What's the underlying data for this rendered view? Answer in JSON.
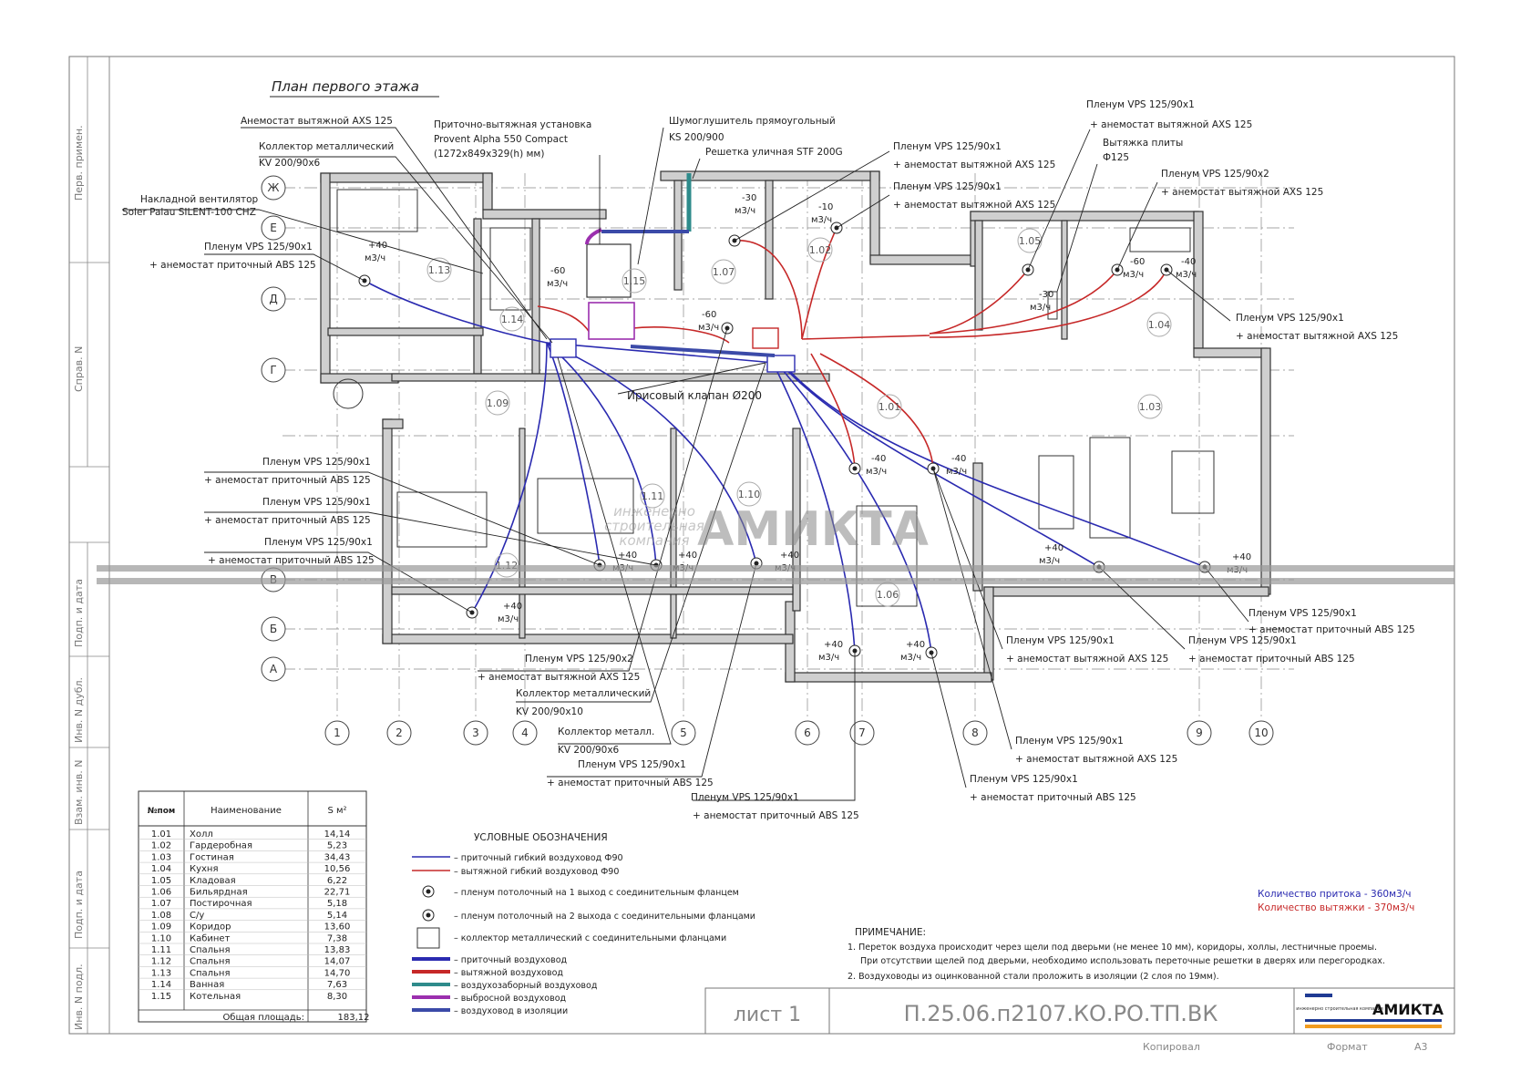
{
  "plan_title": "План первого этажа",
  "side_labels": [
    "Перв. примен.",
    "Справ. N",
    "Подп. и дата",
    "Инв. N дубл.",
    "Взам. инв. N",
    "Подп. и дата",
    "Инв. N подл."
  ],
  "axes_letters": [
    "Ж",
    "Е",
    "Д",
    "Г",
    "В",
    "Б",
    "А"
  ],
  "axes_numbers": [
    "1",
    "2",
    "3",
    "4",
    "5",
    "6",
    "7",
    "8",
    "9",
    "10"
  ],
  "rooms": [
    "1.13",
    "1.14",
    "1.15",
    "1.07",
    "1.02",
    "1.05",
    "1.04",
    "1.09",
    "1.01",
    "1.03",
    "1.11",
    "1.10",
    "1.12",
    "1.06"
  ],
  "flows": {
    "f1": "+40",
    "f1u": "м3/ч",
    "f2": "-60",
    "f2u": "м3/ч",
    "f3": "-30",
    "f3u": "м3/ч",
    "f4": "-10",
    "f4u": "м3/ч",
    "f5": "-60",
    "f5u": "м3/ч",
    "f6": "-30",
    "f6u": "м3/ч",
    "f7": "-60",
    "f7u": "м3/ч",
    "f8": "-40",
    "f8u": "м3/ч",
    "f9": "-40",
    "f9u": "м3/ч",
    "f10": "-40",
    "f10u": "м3/ч",
    "f11": "+40",
    "f11u": "м3/ч",
    "f12": "+40",
    "f12u": "м3/ч",
    "f13": "+40",
    "f13u": "м3/ч",
    "f14": "+40",
    "f14u": "м3/ч",
    "f15": "+40",
    "f15u": "м3/ч",
    "f16": "+40",
    "f16u": "м3/ч",
    "f17": "+40",
    "f17u": "м3/ч",
    "f18": "+40",
    "f18u": "м3/ч"
  },
  "callouts": {
    "c1": "Анемостат вытяжной AXS 125",
    "c2a": "Коллектор металлический",
    "c2b": "KV 200/90х6",
    "c3a": "Накладной вентилятор",
    "c3b": "Soler Palau SILENT-100 CHZ",
    "c4a": "Пленум VPS 125/90х1",
    "c4b": "+ анемостат приточный ABS 125",
    "c5a": "Приточно-вытяжная установка",
    "c5b": "Provent Alpha 550 Compact",
    "c5c": "(1272х849х329(h) мм)",
    "c6a": "Шумоглушитель прямоугольный",
    "c6b": "KS 200/900",
    "c7": "Решетка уличная STF 200G",
    "c8a": "Пленум VPS 125/90х1",
    "c8b": "+ анемостат вытяжной AXS 125",
    "c9a": "Пленум VPS 125/90х1",
    "c9b": "+ анемостат вытяжной AXS 125",
    "c10a": "Пленум VPS 125/90х1",
    "c10b": "+ анемостат вытяжной AXS 125",
    "c11a": "Вытяжка плиты",
    "c11b": "Ф125",
    "c12a": "Пленум VPS 125/90х2",
    "c12b": "+ анемостат вытяжной AXS 125",
    "c13a": "Пленум VPS 125/90х1",
    "c13b": "+ анемостат вытяжной AXS 125",
    "c14": "Ирисовый клапан Ø200",
    "c15a": "Пленум VPS 125/90х1",
    "c15b": "+ анемостат приточный ABS 125",
    "c16a": "Пленум VPS 125/90х1",
    "c16b": "+ анемостат приточный ABS 125",
    "c17a": "Пленум VPS 125/90х1",
    "c17b": "+ анемостат приточный ABS 125",
    "c18a": "Пленум VPS 125/90х1",
    "c18b": "+ анемостат приточный ABS 125",
    "c19a": "Пленум VPS 125/90х1",
    "c19b": "+ анемостат вытяжной AXS 125",
    "c20a": "Пленум VPS 125/90х1",
    "c20b": "+ анемостат приточный ABS 125",
    "c21a": "Пленум VPS 125/90х2",
    "c21b": "+ анемостат вытяжной AXS 125",
    "c22a": "Коллектор металлический",
    "c22b": "KV 200/90х10",
    "c23a": "Коллектор металл.",
    "c23b": "KV 200/90х6",
    "c24a": "Пленум VPS 125/90х1",
    "c24b": "+ анемостат приточный ABS 125",
    "c25a": "Пленум VPS 125/90х1",
    "c25b": "+ анемостат приточный ABS 125",
    "c26a": "Пленум VPS 125/90х1",
    "c26b": "+ анемостат вытяжной AXS 125",
    "c27a": "Пленум VPS 125/90х1",
    "c27b": "+ анемостат приточный ABS 125"
  },
  "watermark": {
    "line1": "инженерно",
    "line2": "строительная",
    "line3": "компания",
    "brand": "АМИКТА"
  },
  "room_table": {
    "headers": {
      "num": "№пом",
      "name": "Наименование",
      "area": "S м²"
    },
    "rows": [
      [
        "1.01",
        "Холл",
        "14,14"
      ],
      [
        "1.02",
        "Гардеробная",
        "5,23"
      ],
      [
        "1.03",
        "Гостиная",
        "34,43"
      ],
      [
        "1.04",
        "Кухня",
        "10,56"
      ],
      [
        "1.05",
        "Кладовая",
        "6,22"
      ],
      [
        "1.06",
        "Бильярдная",
        "22,71"
      ],
      [
        "1.07",
        "Постирочная",
        "5,18"
      ],
      [
        "1.08",
        "С/у",
        "5,14"
      ],
      [
        "1.09",
        "Коридор",
        "13,60"
      ],
      [
        "1.10",
        "Кабинет",
        "7,38"
      ],
      [
        "1.11",
        "Спальня",
        "13,83"
      ],
      [
        "1.12",
        "Спальня",
        "14,07"
      ],
      [
        "1.13",
        "Спальня",
        "14,70"
      ],
      [
        "1.14",
        "Ванная",
        "7,63"
      ],
      [
        "1.15",
        "Котельная",
        "8,30"
      ]
    ],
    "total_label": "Общая площадь:",
    "total_value": "183,12"
  },
  "legend": {
    "title": "УСЛОВНЫЕ ОБОЗНАЧЕНИЯ",
    "items": [
      "– приточный гибкий воздуховод Ф90",
      "– вытяжной гибкий воздуховод Ф90",
      "– пленум потолочный на 1 выход с соединительным фланцем",
      "– пленум потолочный на 2 выхода с соединительными фланцами",
      "– коллектор металлический с соединительными фланцами",
      "– приточный воздуховод",
      "– вытяжной воздуховод",
      "– воздухозаборный воздуховод",
      "– выбросной воздуховод",
      "– воздуховод в изоляции"
    ],
    "colors": {
      "supply": "#2a2ab0",
      "exhaust": "#c62828",
      "intake": "#2e8b8b",
      "discharge": "#9b2fae",
      "insulated": "#3b4aa8"
    }
  },
  "totals": {
    "supply": "Количество притока - 360м3/ч",
    "exhaust": "Количество вытяжки - 370м3/ч",
    "supply_color": "#2a2ab0",
    "exhaust_color": "#c62828"
  },
  "notes": {
    "title": "ПРИМЕЧАНИЕ:",
    "n1": "1. Переток воздуха происходит через щели под дверьми (не менее 10 мм), коридоры, холлы, лестничные проемы.",
    "n1b": "При отсутствии щелей под дверьми, необходимо использовать переточные решетки в дверях или перегородках.",
    "n2": "2. Воздуховоды из оцинкованной стали проложить в изоляции (2 слоя по 19мм)."
  },
  "stamp": {
    "sheet": "лист 1",
    "code": "П.25.06.п2107.КО.РО.ТП.ВК",
    "logo_small": "инженерно строительная компания",
    "logo": "АМИКТА",
    "copied": "Копировал",
    "format_label": "Формат",
    "format_value": "А3"
  }
}
